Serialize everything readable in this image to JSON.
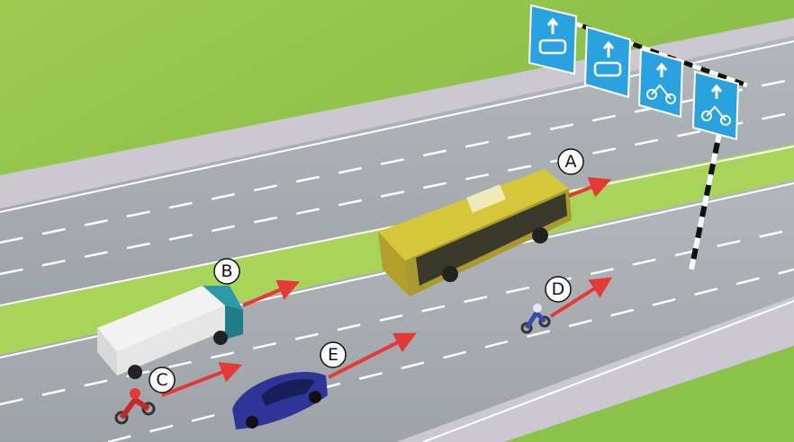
{
  "scene": {
    "labels": {
      "A": "A",
      "B": "B",
      "C": "C",
      "D": "D",
      "E": "E"
    },
    "colors": {
      "grass": "#8bc34a",
      "grass_light": "#b5dc62",
      "road": "#a3a8ad",
      "sidewalk": "#c9c6cf",
      "lane_marking": "#ffffff",
      "arrow": "#e53935",
      "sign": "#2aa2e0",
      "bus": "#c8b62a",
      "truck_cab": "#2a9aa6",
      "car": "#2a2f8e"
    },
    "overhead_signs": [
      {
        "arrow": "up",
        "vehicle": "car-icon"
      },
      {
        "arrow": "up",
        "vehicle": "car-icon"
      },
      {
        "arrow": "up",
        "vehicle": "motorcycle-icon"
      },
      {
        "arrow": "up",
        "vehicle": "motorcycle-icon"
      }
    ]
  }
}
